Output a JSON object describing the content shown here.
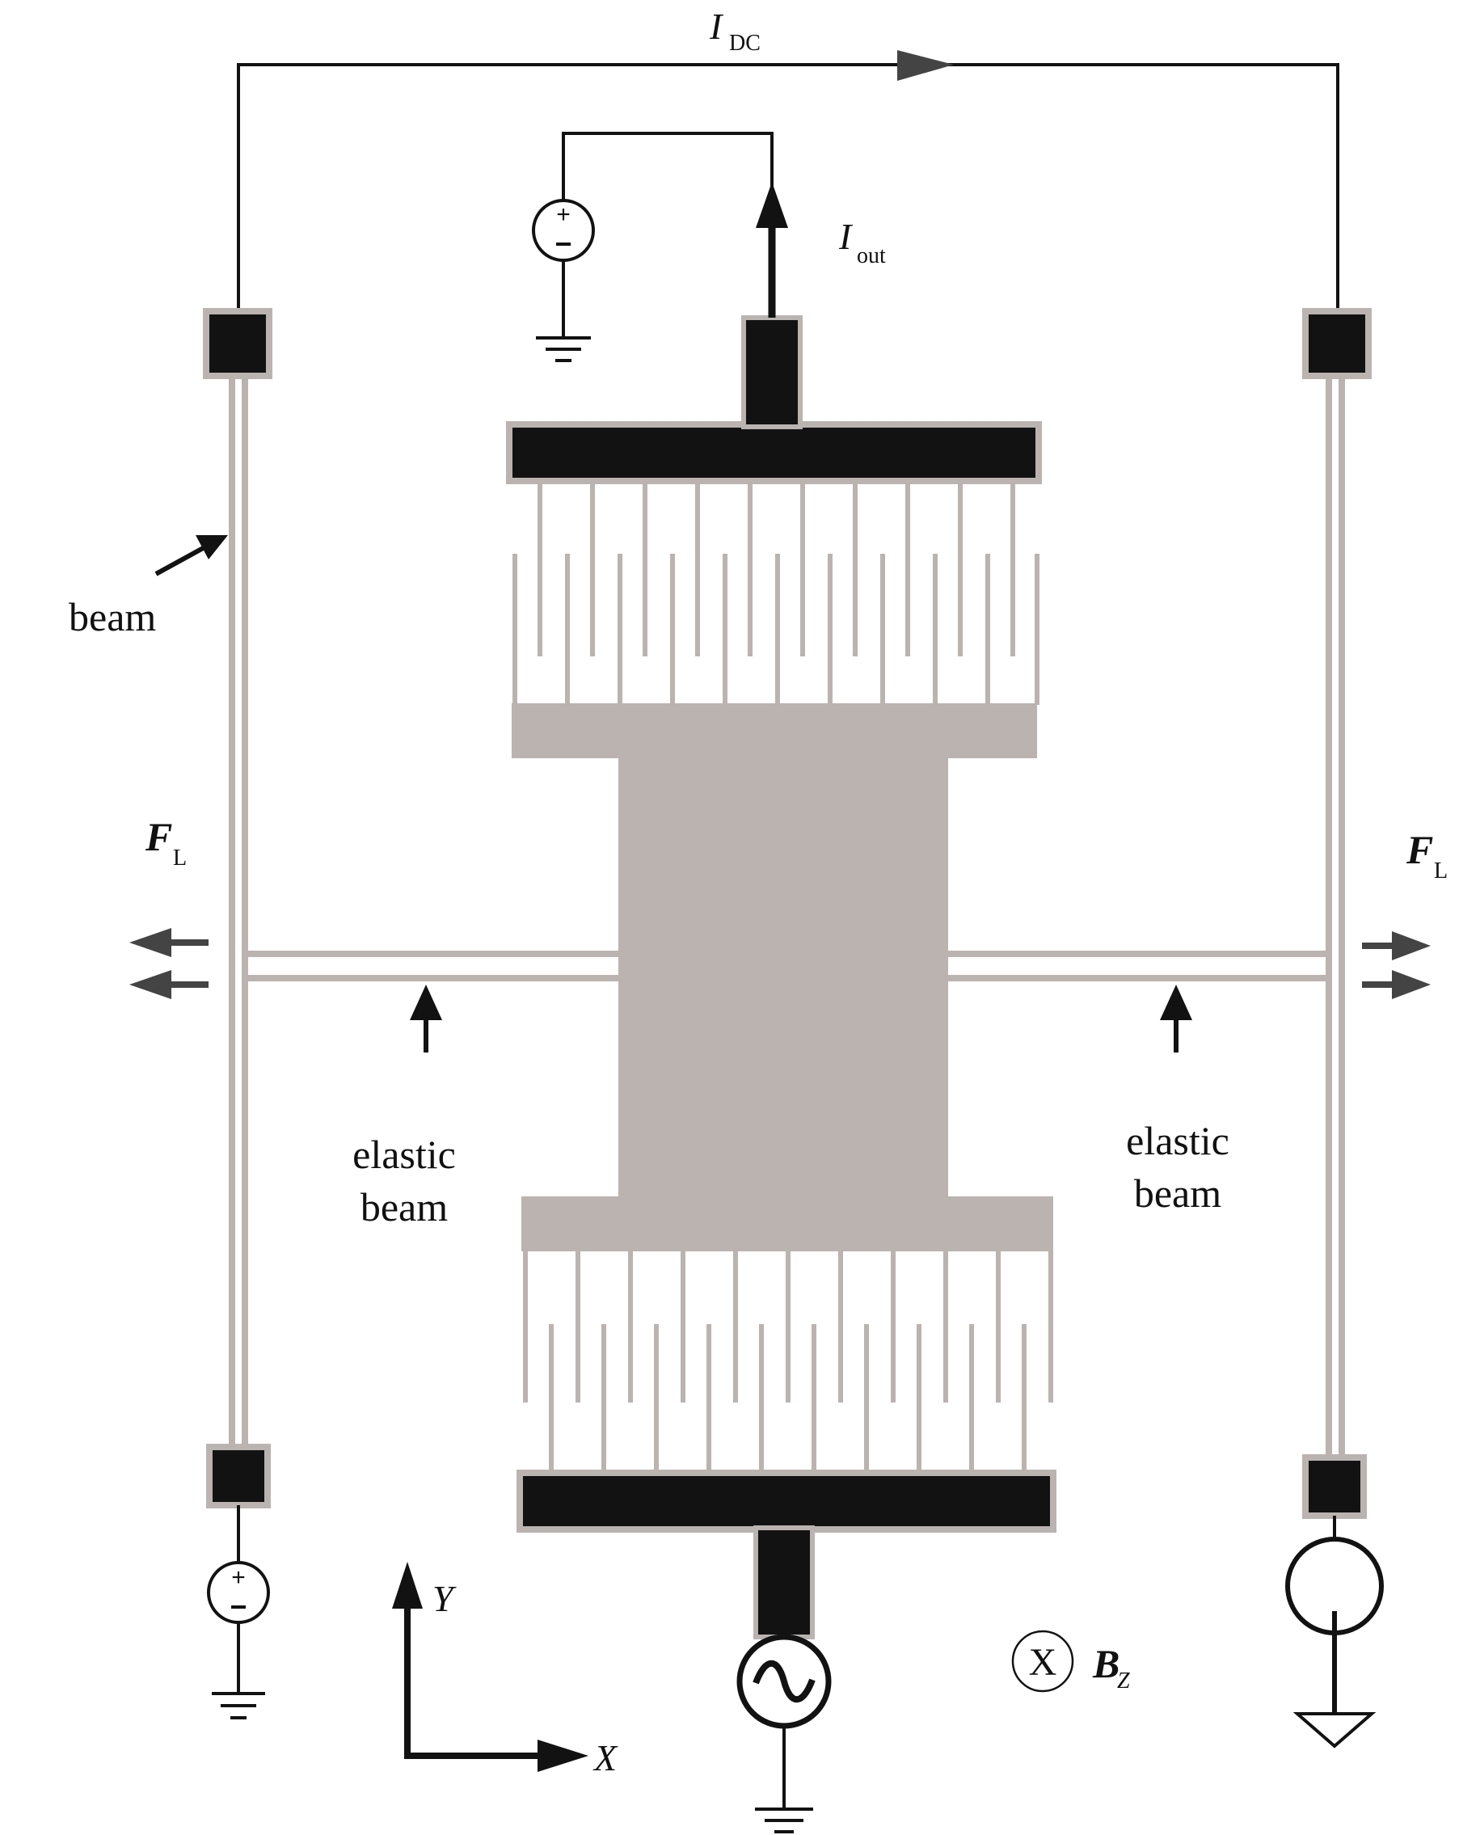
{
  "labels": {
    "i_dc": {
      "main": "I",
      "sub": "DC"
    },
    "i_out": {
      "main": "I",
      "sub": "out"
    },
    "beam": "beam",
    "f_l_left": {
      "main": "F",
      "sub": "L"
    },
    "f_l_right": {
      "main": "F",
      "sub": "L"
    },
    "elastic_left": [
      "elastic",
      "beam"
    ],
    "elastic_right": [
      "elastic",
      "beam"
    ],
    "axis_y": "Y",
    "axis_x": "X",
    "b_field": {
      "main": "B",
      "sub": "Z"
    },
    "cross_symbol": "X"
  },
  "colors": {
    "gray": "#bab3b0",
    "dark": "#121212",
    "arrow": "#444444"
  },
  "icons": {
    "dc_source": "voltage-source-plus-minus-icon",
    "ac_source": "ac-voltage-source-icon",
    "current_source": "current-source-icon",
    "ground": "ground-icon",
    "b_field": "field-into-page-icon"
  }
}
